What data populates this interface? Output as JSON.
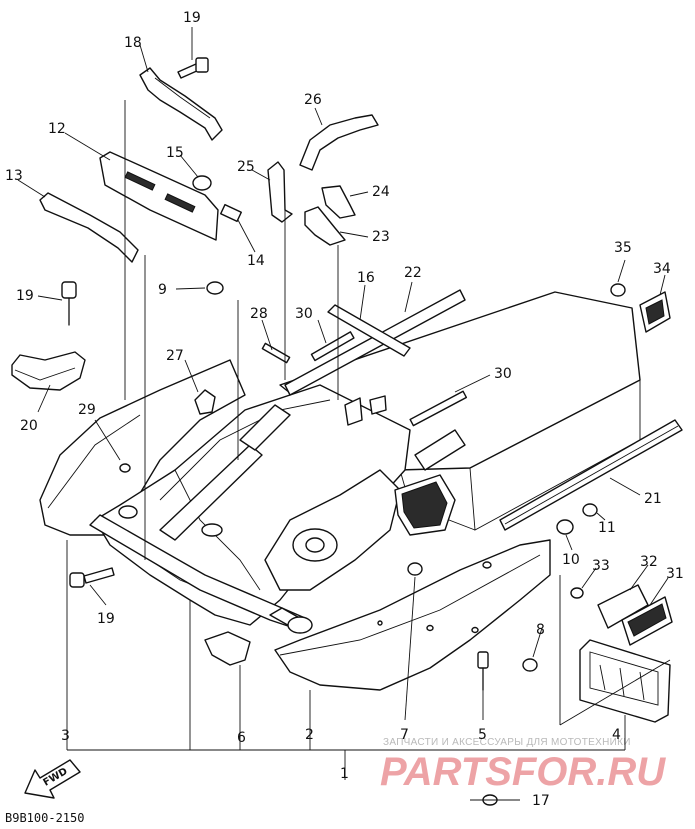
{
  "diagram_code": "B9B100-2150",
  "direction_label": "FWD",
  "watermark": {
    "tagline": "ЗАПЧАСТИ И АКСЕССУАРЫ ДЛЯ МОТОТЕХНИКИ",
    "logo": "PARTSFOR.RU"
  },
  "callouts": {
    "p1": "1",
    "p2": "2",
    "p3": "3",
    "p4": "4",
    "p5": "5",
    "p6": "6",
    "p7": "7",
    "p8": "8",
    "p9": "9",
    "p10": "10",
    "p11": "11",
    "p12": "12",
    "p13": "13",
    "p14": "14",
    "p15": "15",
    "p16": "16",
    "p17": "17",
    "p18": "18",
    "p19_top": "19",
    "p19_left": "19",
    "p19_bottom": "19",
    "p20": "20",
    "p21": "21",
    "p22": "22",
    "p23": "23",
    "p24": "24",
    "p25": "25",
    "p26": "26",
    "p27": "27",
    "p28": "28",
    "p29": "29",
    "p30_left": "30",
    "p30_right": "30",
    "p31": "31",
    "p32": "32",
    "p33": "33",
    "p34": "34",
    "p35": "35"
  }
}
